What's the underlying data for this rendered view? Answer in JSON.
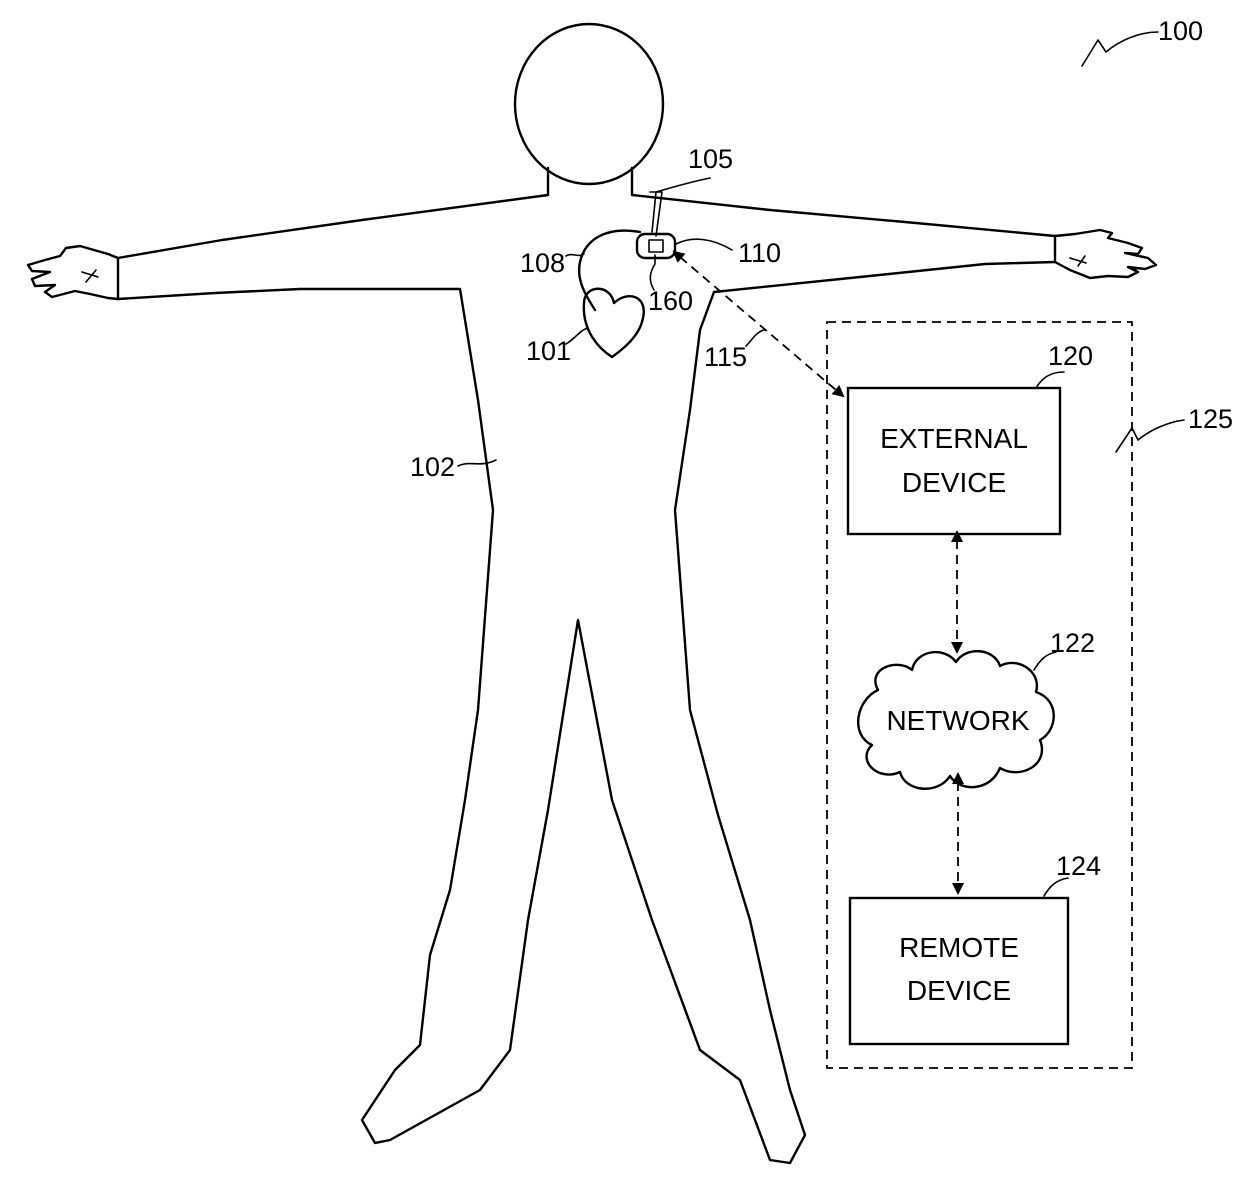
{
  "labels": {
    "system": "100",
    "heart": "101",
    "body": "102",
    "implant": "105",
    "lead": "108",
    "housing": "110",
    "link": "115",
    "external_device": "120",
    "network": "122",
    "remote_device": "124",
    "external_system": "125",
    "component": "160"
  },
  "blocks": {
    "external_device": {
      "line1": "EXTERNAL",
      "line2": "DEVICE"
    },
    "network": {
      "text": "NETWORK"
    },
    "remote_device": {
      "line1": "REMOTE",
      "line2": "DEVICE"
    }
  }
}
